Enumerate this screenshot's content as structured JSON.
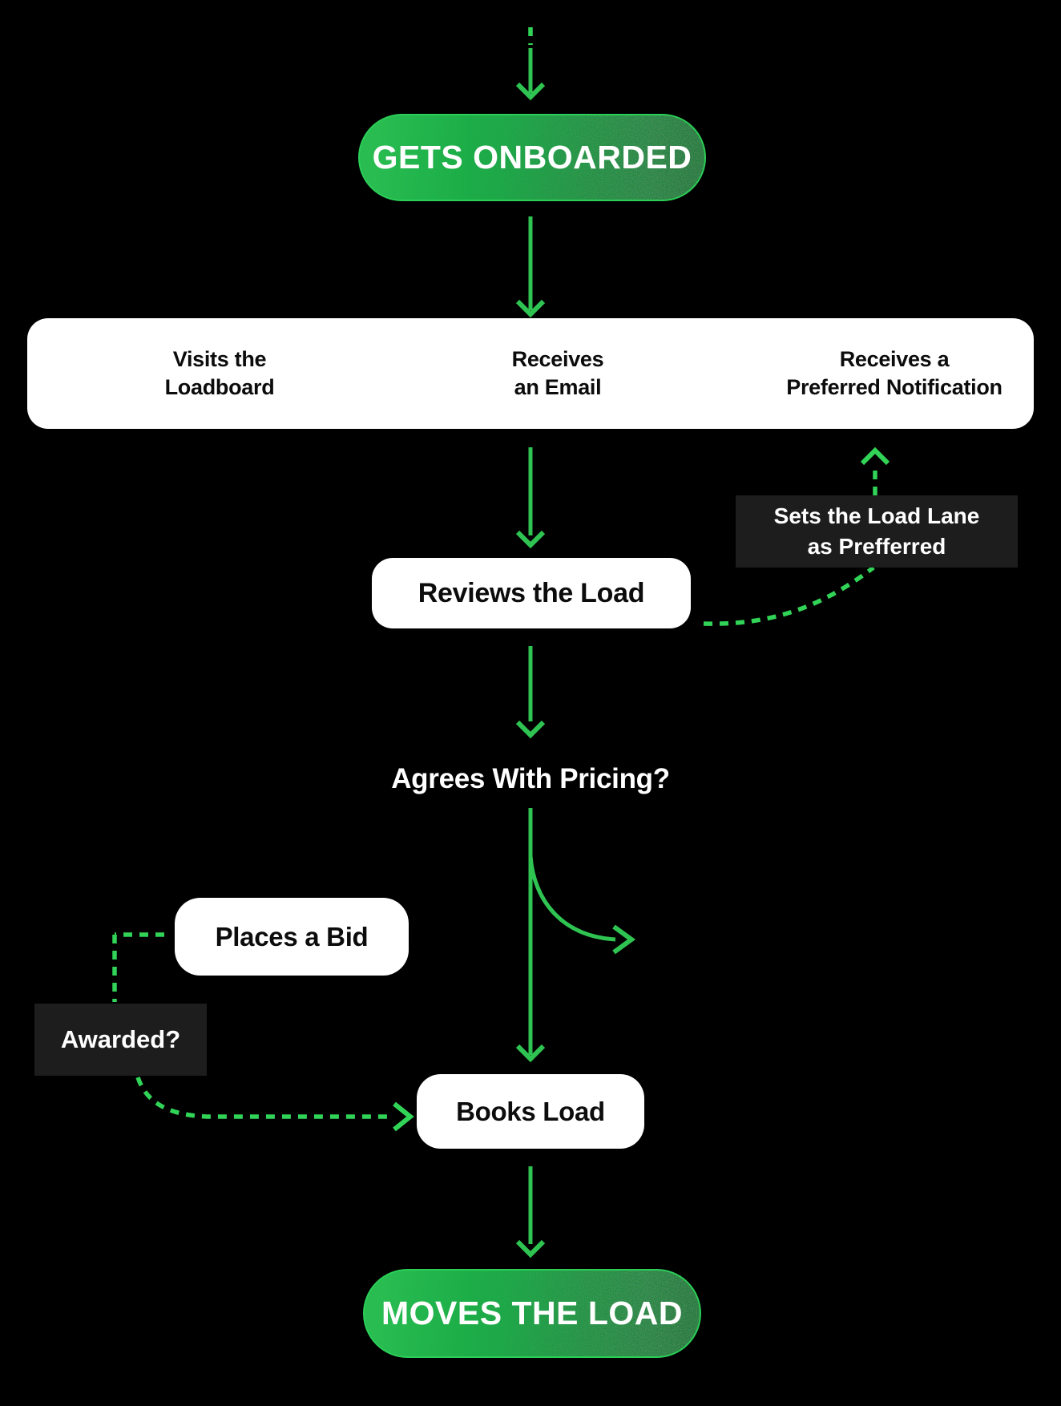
{
  "colors": {
    "background": "#000000",
    "accent_green": "#2fc452",
    "dashed_green": "#31d457",
    "pill_gradient_start": "#28bc51",
    "pill_gradient_end": "#0d7029",
    "pill_border": "#2bcf57",
    "dark_box": "#1d1d1e",
    "node_white": "#ffffff",
    "text_dark": "#0c0c0c"
  },
  "flow": {
    "start": {
      "label": "GETS ONBOARDED"
    },
    "channels": [
      {
        "line1": "Visits the",
        "line2": "Loadboard"
      },
      {
        "line1": "Receives",
        "line2": "an Email"
      },
      {
        "line1": "Receives a",
        "line2": "Preferred Notification"
      }
    ],
    "reviews": {
      "label": "Reviews the Load"
    },
    "sets_lane": {
      "line1": "Sets the Load Lane",
      "line2": "as Prefferred"
    },
    "question": {
      "label": "Agrees With Pricing?"
    },
    "places_bid": {
      "label": "Places a Bid"
    },
    "awarded": {
      "label": "Awarded?"
    },
    "books": {
      "label": "Books Load"
    },
    "end": {
      "label": "MOVES THE LOAD"
    }
  }
}
